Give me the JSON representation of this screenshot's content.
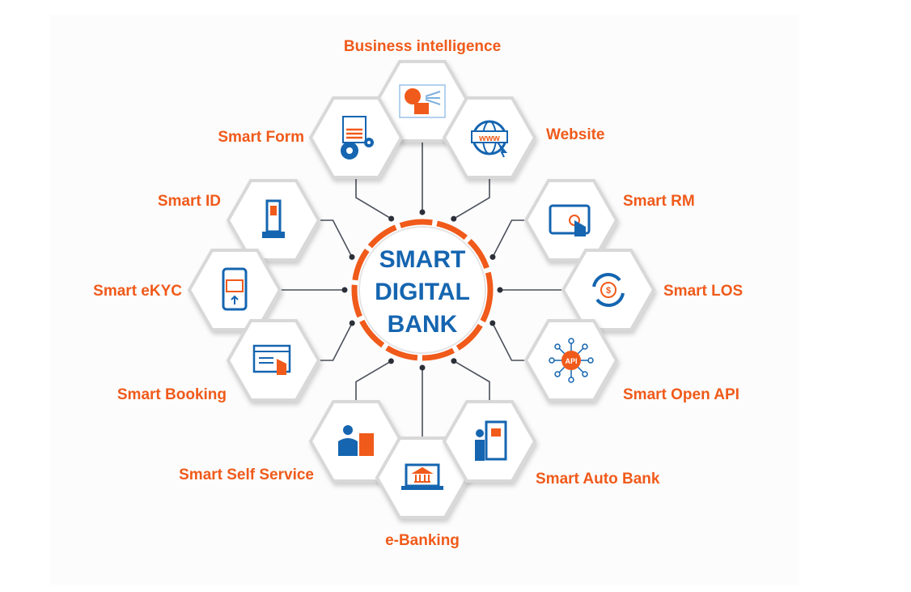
{
  "center": {
    "lines": [
      "SMART",
      "DIGITAL",
      "BANK"
    ]
  },
  "colors": {
    "orange": "#f05a1a",
    "blue": "#1565b0",
    "line": "#4a4f5a",
    "hex_border": "#d8d8d8"
  },
  "nodes": [
    {
      "label": "Business intelligence",
      "icon": "ai-analytics-icon"
    },
    {
      "label": "Smart Form",
      "icon": "form-gears-icon"
    },
    {
      "label": "Website",
      "icon": "globe-www-icon"
    },
    {
      "label": "Smart ID",
      "icon": "kiosk-icon"
    },
    {
      "label": "Smart eKYC",
      "icon": "phone-id-card-icon"
    },
    {
      "label": "Smart Booking",
      "icon": "browser-touch-icon"
    },
    {
      "label": "Smart RM",
      "icon": "tablet-touch-icon"
    },
    {
      "label": "Smart LOS",
      "icon": "dollar-cycle-icon"
    },
    {
      "label": "Smart Open API",
      "icon": "api-network-icon"
    },
    {
      "label": "Smart Self Service",
      "icon": "person-terminal-icon"
    },
    {
      "label": "e-Banking",
      "icon": "laptop-bank-icon"
    },
    {
      "label": "Smart Auto Bank",
      "icon": "person-atm-icon"
    }
  ]
}
